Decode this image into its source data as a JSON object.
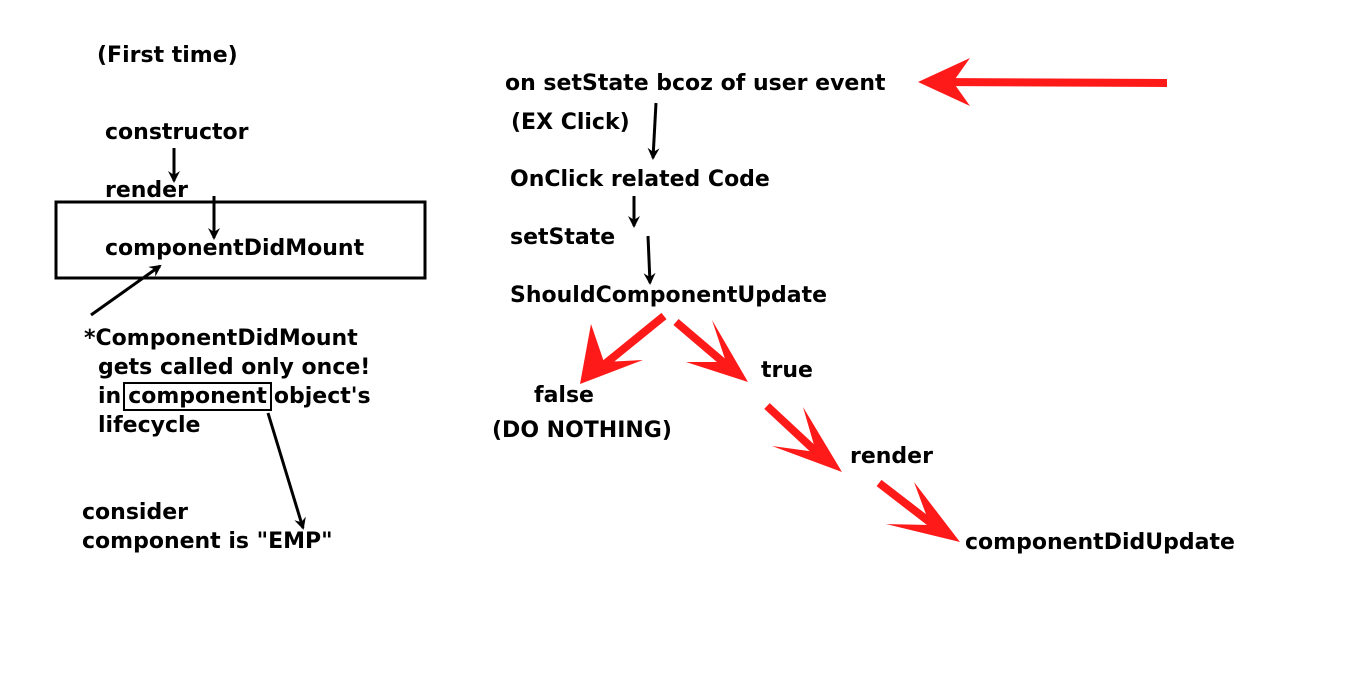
{
  "colors": {
    "text": "#000000",
    "black_arrow": "#000000",
    "red_arrow": "#ff1a1a",
    "background": "#ffffff"
  },
  "left": {
    "heading": "(First time)",
    "constructor": "constructor",
    "render": "render",
    "componentDidMount": "componentDidMount",
    "note": {
      "line1": "*ComponentDidMount",
      "line2": "gets called only once!",
      "line3_prefix": "in",
      "line3_boxed": "component",
      "line3_suffix": "object's",
      "line4": "lifecycle"
    },
    "consider": {
      "line1": "consider",
      "line2": "component is \"EMP\""
    }
  },
  "right": {
    "trigger": "on setState bcoz of user event",
    "example": "(EX Click)",
    "onclick_code": "OnClick related Code",
    "setstate": "setState",
    "should_update": "ShouldComponentUpdate",
    "false_label": "false",
    "do_nothing": "(DO NOTHING)",
    "true_label": "true",
    "render": "render",
    "did_update": "componentDidUpdate"
  }
}
